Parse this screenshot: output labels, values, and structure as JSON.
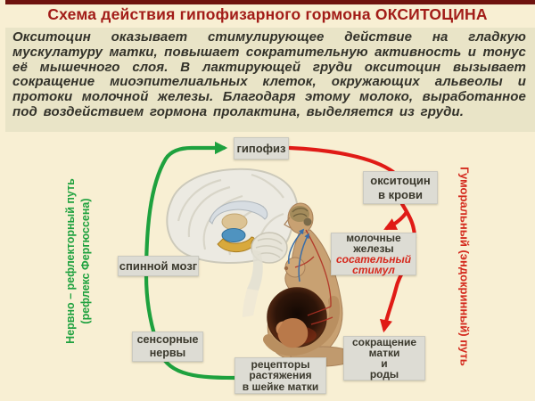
{
  "header": {
    "title": "Схема действия гипофизарного гормона ОКСИТОЦИНА"
  },
  "intro": {
    "text": "Окситоцин оказывает стимулирующее действие на гладкую мускулатуру матки, повышает сократительную активность и тонус её мышечного слоя. В лактирующей груди окситоцин вызывает сокращение миоэпителиальных клеток, окружающих альвеолы и протоки молочной железы. Благодаря этому молоко, выработанное под воздействием гормона пролактина, выделяется из груди."
  },
  "diagram": {
    "pathways": {
      "nervous_label": "Нервно – рефлекторный путь\n(рефлекс Фергюссена)",
      "humoral_label": "Гуморальный (эндокринный) путь"
    },
    "nodes": {
      "pituitary": "гипофиз",
      "oxytocin_in_blood": "окситоцин\nв крови",
      "spinal_cord": "спинной мозг",
      "mammary_glands": "молочные\nжелезы",
      "suckling_stimulus": "сосательный\nстимул",
      "sensory_nerves": "сенсорные\nнервы",
      "stretch_receptors": "рецепторы\nрастяжения\nв шейке матки",
      "uterus_contraction": "сокращение\nматки\nи\nроды"
    },
    "colors": {
      "nervous_pathway": "#1ea13e",
      "humoral_pathway": "#e01b16",
      "title_color": "#a21c18",
      "node_background": "#dddcd4",
      "intro_background": "#e9e4c7",
      "page_background": "#f8efd3"
    }
  }
}
